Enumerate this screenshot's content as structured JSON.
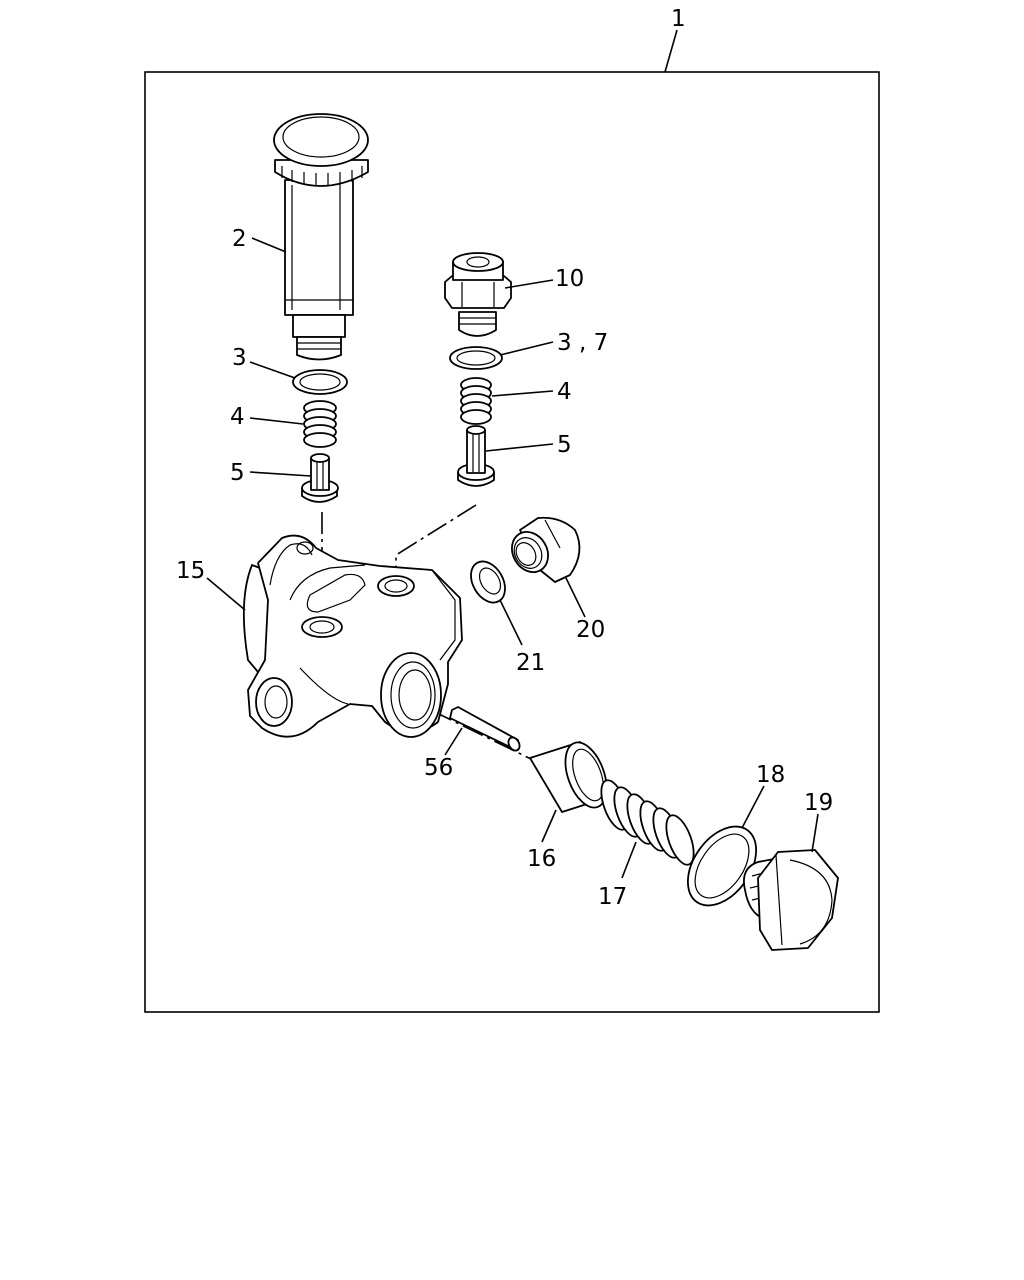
{
  "labels": {
    "assembly": "1",
    "primer_pump": "2",
    "gasket_a": "3",
    "spring_a": "4",
    "valve_a": "5",
    "connector": "10",
    "gasket_b": "3 , 7",
    "spring_b": "4",
    "valve_b": "5",
    "pump_body": "15",
    "gasket_21": "21",
    "plug_20": "20",
    "pin": "56",
    "piston": "16",
    "spring_17": "17",
    "gasket_18": "18",
    "plug_19": "19"
  }
}
